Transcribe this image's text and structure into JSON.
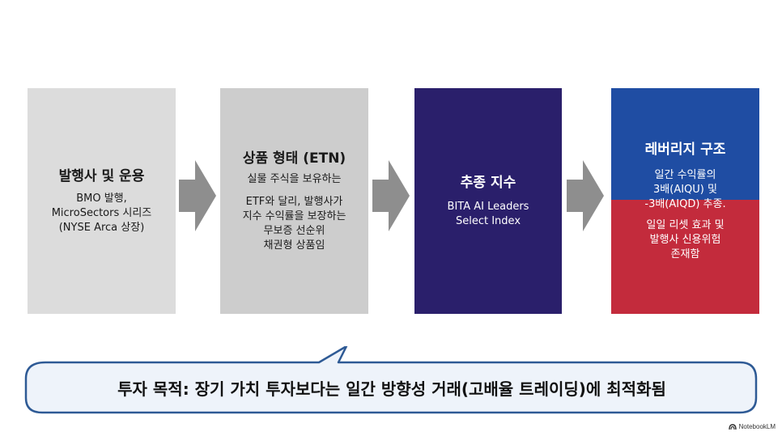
{
  "boxes": [
    {
      "title": "발행사 및 운용",
      "lines": [
        "BMO 발행,",
        "MicroSectors 시리즈",
        "(NYSE Arca 상장)"
      ]
    },
    {
      "title": "상품 형태 (ETN)",
      "lines_top": [
        "실물 주식을 보유하는"
      ],
      "lines_bottom": [
        "ETF와 달리, 발행사가",
        "지수 수익률을 보장하는",
        "무보증 선순위",
        "채권형 상품임"
      ]
    },
    {
      "title": "추종 지수",
      "lines": [
        "BITA AI Leaders",
        "Select Index"
      ]
    },
    {
      "title": "레버리지 구조",
      "lines_top": [
        "일간 수익률의",
        "3배(AIQU) 및",
        "-3배(AIQD) 추종."
      ],
      "lines_bottom": [
        "일일 리셋 효과 및",
        "발행사 신용위험",
        "존재함"
      ]
    }
  ],
  "callout": {
    "text": "투자 목적: 장기 가치 투자보다는 일간 방향성 거래(고배율 트레이딩)에 최적화됨"
  },
  "brand": {
    "label": "NotebookLM"
  },
  "colors": {
    "box1": "#dcdcdc",
    "box2": "#cdcdcd",
    "box3": "#2a1f6b",
    "box4_top": "#1f4da3",
    "box4_bottom": "#c32b3c",
    "arrow": "#8e8e8e",
    "callout_fill": "#eef3fa",
    "callout_border": "#2e5a95"
  }
}
